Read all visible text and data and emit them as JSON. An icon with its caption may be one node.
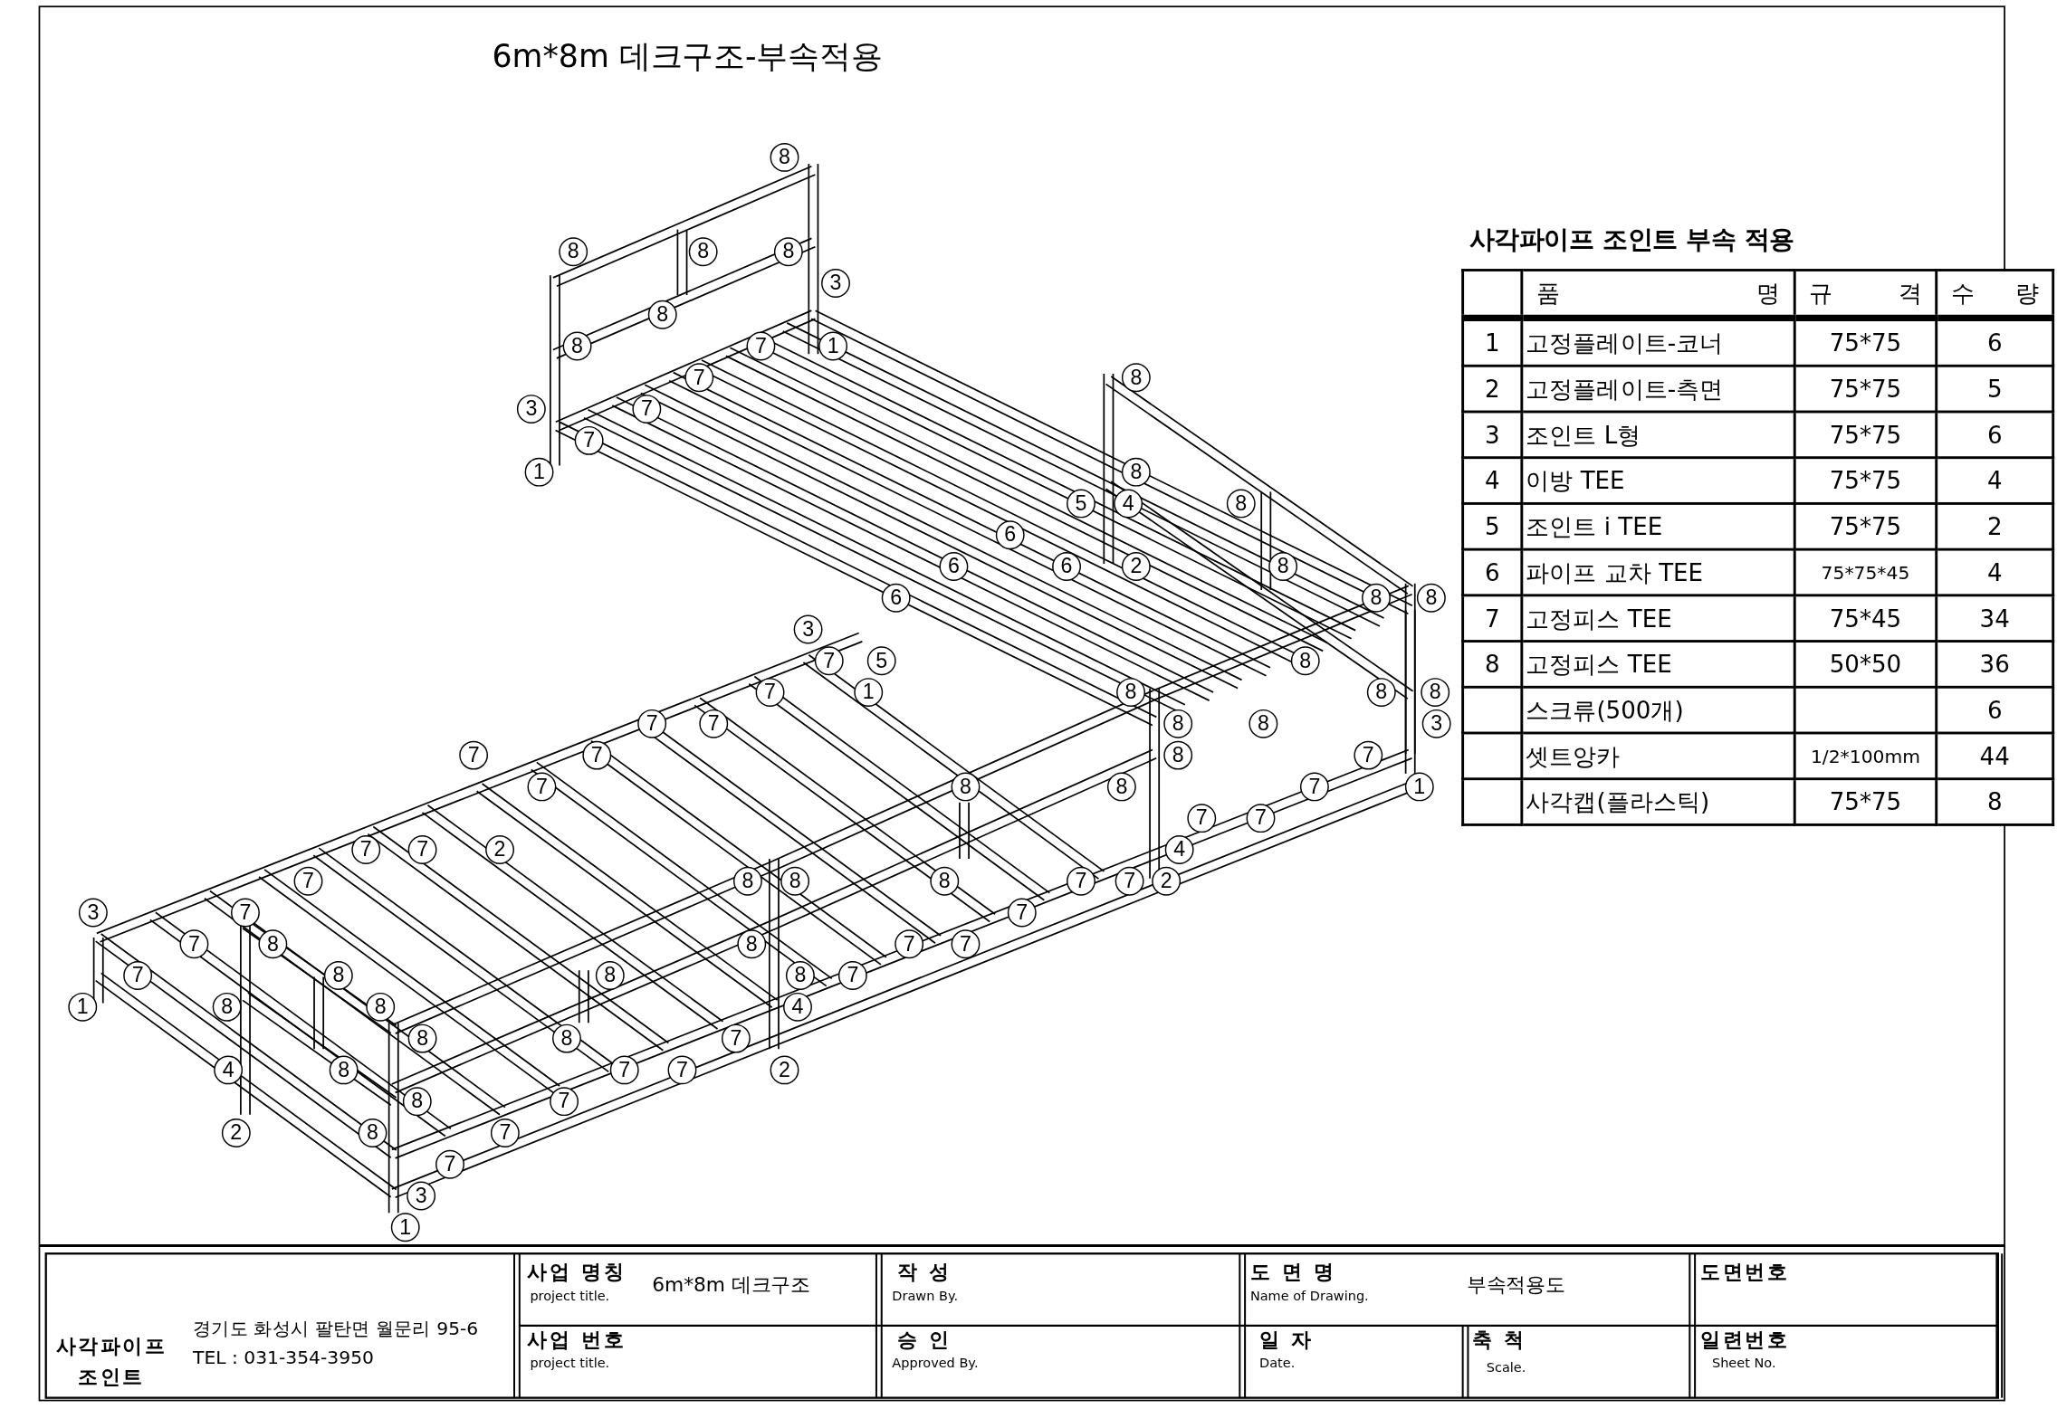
{
  "diagram": {
    "title": "6m*8m 데크구조-부속적용",
    "labels": [
      "8",
      "8",
      "8",
      "8",
      "3",
      "8",
      "8",
      "7",
      "1",
      "7",
      "8",
      "3",
      "7",
      "7",
      "1",
      "8",
      "5",
      "4",
      "8",
      "6",
      "6",
      "6",
      "2",
      "8",
      "6",
      "8",
      "8",
      "3",
      "7",
      "5",
      "8",
      "7",
      "1",
      "8",
      "8",
      "8",
      "7",
      "7",
      "8",
      "8",
      "3",
      "7",
      "7",
      "8",
      "7",
      "7",
      "8",
      "8",
      "7",
      "1",
      "7",
      "7",
      "7",
      "7",
      "2",
      "4",
      "7",
      "8",
      "8",
      "8",
      "7",
      "7",
      "2",
      "3",
      "7",
      "7",
      "7",
      "8",
      "8",
      "7",
      "7",
      "7",
      "8",
      "8",
      "8",
      "7",
      "1",
      "8",
      "8",
      "4",
      "8",
      "8",
      "7",
      "4",
      "8",
      "7",
      "7",
      "2",
      "8",
      "7",
      "2",
      "8",
      "7",
      "7",
      "3",
      "1",
      "사각파이프 조인트 부속 적용",
      "품 명",
      "규 격",
      "수 량",
      "1",
      "고정플레이트-코너",
      "75*75",
      "6",
      "2",
      "고정플레이트-측면",
      "75*75",
      "5",
      "3",
      "조인트 L형",
      "75*75",
      "6",
      "4",
      "이방 TEE",
      "75*75",
      "4",
      "5",
      "조인트 i TEE",
      "75*75",
      "2",
      "6",
      "파이프 교차 TEE",
      "75*75*45",
      "4",
      "7",
      "고정피스 TEE",
      "75*45",
      "34",
      "8",
      "고정피스 TEE",
      "50*50",
      "36",
      "스크류(500개)",
      "6",
      "셋트앙카",
      "1/2*100mm",
      "44",
      "사각캡(플라스틱)",
      "75*75",
      "8",
      "사각파이프 조인트",
      "경기도 화성시 팔탄면 월문리 95-6",
      "TEL : 031-354-3950",
      "사업 명칭",
      "project title.",
      "6m*8m 데크구조",
      "작 성",
      "Drawn By.",
      "도 면 명",
      "Name of Drawing.",
      "부속적용도",
      "도면번호",
      "사업 번호",
      "project title.",
      "승 인",
      "Approved By.",
      "일 자",
      "Date.",
      "축 척",
      "Scale.",
      "일련번호",
      "Sheet No."
    ]
  }
}
